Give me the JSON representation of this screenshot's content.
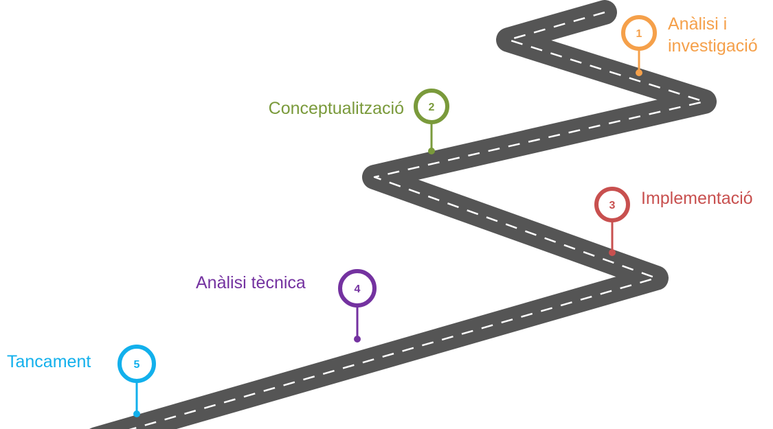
{
  "colors": {
    "road": "#555555",
    "road_marking": "#ffffff",
    "background": "#ffffff"
  },
  "stages": [
    {
      "number": "1",
      "label_lines": [
        "Anàlisi i",
        "investigació"
      ],
      "color": "#f5a04a"
    },
    {
      "number": "2",
      "label_lines": [
        "Conceptualització"
      ],
      "color": "#7a9a3b"
    },
    {
      "number": "3",
      "label_lines": [
        "Implementació"
      ],
      "color": "#c8504f"
    },
    {
      "number": "4",
      "label_lines": [
        "Anàlisi tècnica"
      ],
      "color": "#7432a0"
    },
    {
      "number": "5",
      "label_lines": [
        "Tancament"
      ],
      "color": "#12b0ec"
    }
  ]
}
